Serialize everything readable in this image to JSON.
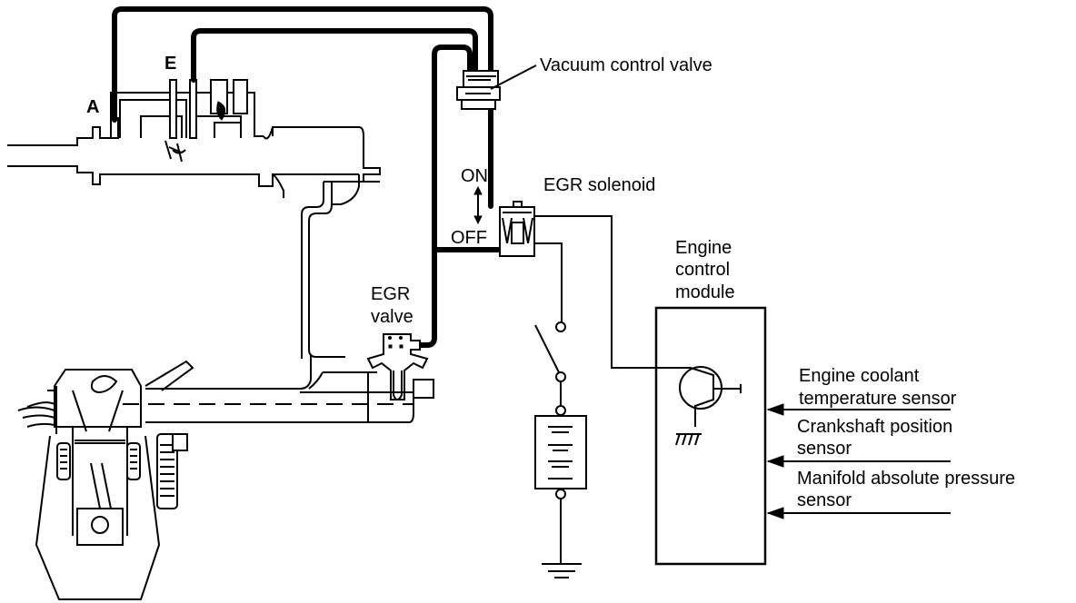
{
  "diagram": {
    "title": "EGR system schematic",
    "labels": {
      "port_a": "A",
      "port_e": "E",
      "vacuum_control_valve": "Vacuum control valve",
      "egr_solenoid": "EGR solenoid",
      "on": "ON",
      "off": "OFF",
      "egr_valve_line1": "EGR",
      "egr_valve_line2": "valve",
      "ecm_line1": "Engine",
      "ecm_line2": "control",
      "ecm_line3": "module"
    },
    "sensors": [
      {
        "line1": "Engine coolant",
        "line2": "temperature sensor"
      },
      {
        "line1": "Crankshaft position",
        "line2": "sensor"
      },
      {
        "line1": "Manifold absolute pressure",
        "line2": "sensor"
      }
    ],
    "colors": {
      "line": "#000000",
      "background": "#ffffff"
    }
  }
}
